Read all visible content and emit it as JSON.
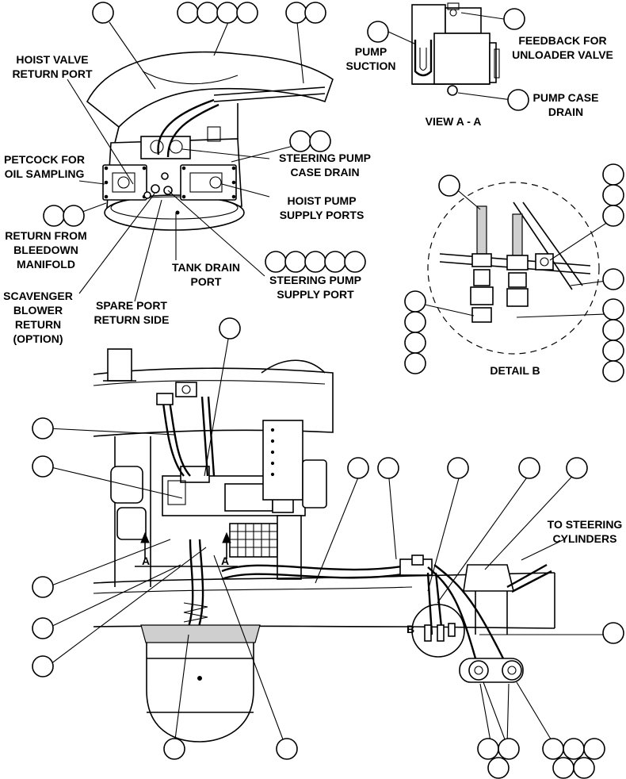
{
  "labels": {
    "hoist_valve_return_port": [
      "HOIST VALVE",
      "RETURN PORT"
    ],
    "petcock_oil_sampling": [
      "PETCOCK FOR",
      "OIL SAMPLING"
    ],
    "return_from_bleedown": [
      "RETURN FROM",
      "BLEEDOWN",
      "MANIFOLD"
    ],
    "scavenger_blower_return": [
      "SCAVENGER",
      "BLOWER",
      "RETURN",
      "(OPTION)"
    ],
    "spare_port_return_side": [
      "SPARE PORT",
      "RETURN SIDE"
    ],
    "tank_drain_port": [
      "TANK DRAIN",
      "PORT"
    ],
    "steering_pump_supply_port": [
      "STEERING PUMP",
      "SUPPLY PORT"
    ],
    "hoist_pump_supply_ports": [
      "HOIST PUMP",
      "SUPPLY PORTS"
    ],
    "steering_pump_case_drain": [
      "STEERING PUMP",
      "CASE DRAIN"
    ],
    "pump_suction": [
      "PUMP",
      "SUCTION"
    ],
    "feedback_unloader_valve": [
      "FEEDBACK FOR",
      "UNLOADER VALVE"
    ],
    "pump_case_drain": [
      "PUMP CASE",
      "DRAIN"
    ],
    "view_a_a": "VIEW A - A",
    "detail_b": "DETAIL B",
    "to_steering_cylinders": [
      "TO STEERING",
      "CYLINDERS"
    ],
    "section_marker_a1": "A",
    "section_marker_a2": "A",
    "detail_marker_b": "B"
  }
}
